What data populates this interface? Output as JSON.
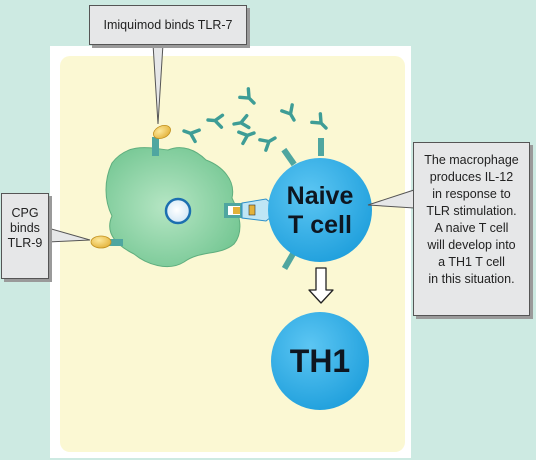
{
  "callouts": {
    "tlr7": "Imiquimod binds TLR-7",
    "tlr9": [
      "CPG",
      "binds",
      "TLR-9"
    ],
    "macrophage": [
      "The macrophage",
      "produces IL-12",
      "in response to",
      "TLR stimulation.",
      "A naive T cell",
      "will develop into",
      "a TH1 T cell",
      "in this situation."
    ]
  },
  "cells": {
    "naive_line1": "Naive",
    "naive_line2": "T cell",
    "th1": "TH1"
  },
  "colors": {
    "background": "#cdeae2",
    "panel": "#fbf8d3",
    "macrophage": "#8bd3a4",
    "tcell": "#35aee6",
    "receptor": "#4fa6a0",
    "ligand": "#e9c04b",
    "callout": "#e6e7e8"
  },
  "icons": [
    "macrophage-cell",
    "naive-t-cell",
    "th1-cell",
    "il12-molecule",
    "tlr7-receptor",
    "tlr9-receptor",
    "imiquimod-ligand",
    "cpg-ligand",
    "down-arrow-icon"
  ]
}
